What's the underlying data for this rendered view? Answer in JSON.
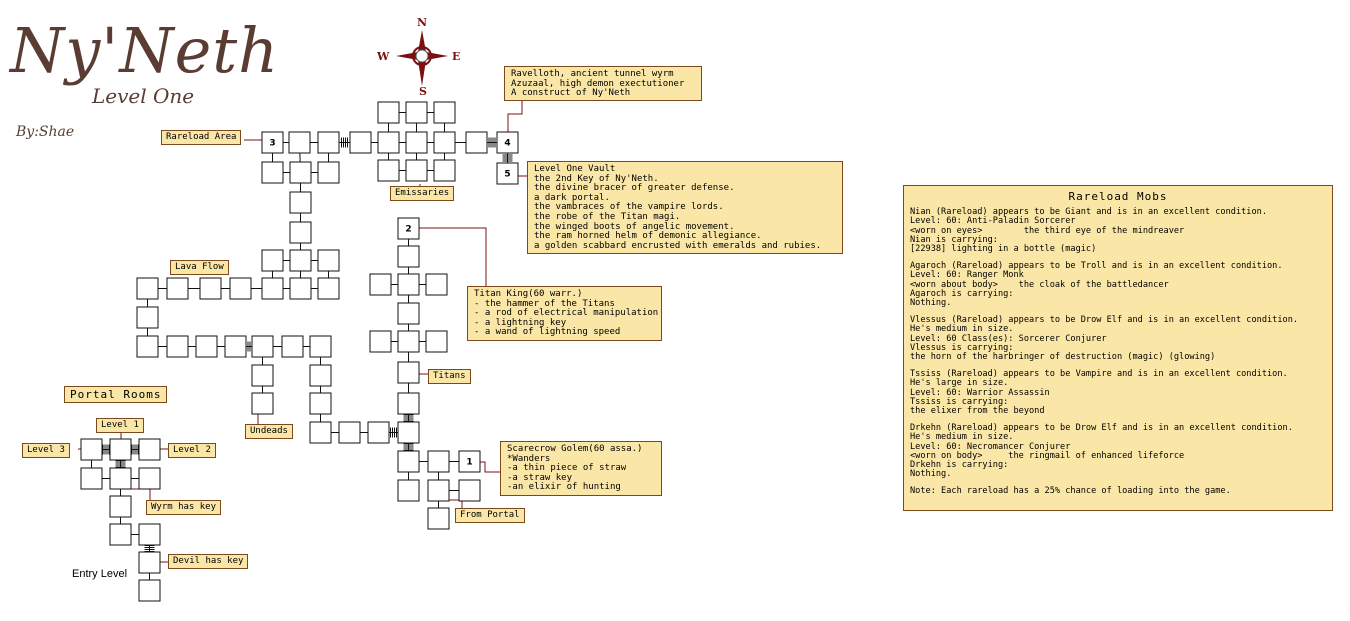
{
  "header": {
    "title": "Ny'Neth",
    "subtitle": "Level One",
    "author": "By:Shae"
  },
  "compass": {
    "north": "N",
    "south": "S",
    "east": "E",
    "west": "W"
  },
  "room_numbers": [
    "1",
    "2",
    "3",
    "4",
    "5"
  ],
  "labels": {
    "rareload_area": "Rareload Area",
    "emissaries": "Emissaries",
    "lava_flow": "Lava Flow",
    "titans": "Titans",
    "undeads": "Undeads",
    "from_portal": "From Portal",
    "level1": "Level 1",
    "level2": "Level 2",
    "level3": "Level 3",
    "wyrm_has_key": "Wyrm has key",
    "devil_has_key": "Devil has key",
    "portal_rooms": "Portal Rooms",
    "entry_level": "Entry Level"
  },
  "wyrm_box": {
    "lines": [
      "Ravelloth, ancient tunnel wyrm",
      "Azuzaal, high demon exectutioner",
      "A construct of Ny'Neth"
    ]
  },
  "vault_box": {
    "lines": [
      "Level One Vault",
      "the 2nd Key of Ny'Neth.",
      "the divine bracer of greater defense.",
      "a dark portal.",
      "the vambraces of the vampire lords.",
      "the robe of the Titan magi.",
      "the winged boots of angelic movement.",
      "the ram horned helm of demonic allegiance.",
      "a golden scabbard encrusted with emeralds and rubies."
    ]
  },
  "titan_box": {
    "lines": [
      "Titan King(60 warr.)",
      "- the hammer of the Titans",
      "- a rod of electrical manipulation",
      "- a lightning key",
      "- a wand of lightning speed"
    ]
  },
  "scarecrow_box": {
    "lines": [
      "Scarecrow Golem(60 assa.)",
      "*Wanders",
      "-a thin piece of straw",
      "-a straw key",
      "-an elixir of hunting"
    ]
  },
  "rareload_mobs": {
    "title": "Rareload Mobs",
    "blocks": [
      [
        "Nian (Rareload) appears to be Giant and is in an excellent condition.",
        "Level: 60: Anti-Paladin Sorcerer",
        "<worn on eyes>        the third eye of the mindreaver",
        "Nian is carrying:",
        "[22938] lighting in a bottle (magic)"
      ],
      [
        "Agaroch (Rareload) appears to be Troll and is in an excellent condition.",
        "Level: 60: Ranger Monk",
        "<worn about body>    the cloak of the battledancer",
        "Agaroch is carrying:",
        "Nothing."
      ],
      [
        "Vlessus (Rareload) appears to be Drow Elf and is in an excellent condition.",
        "He's medium in size.",
        "Level: 60 Class(es): Sorcerer Conjurer",
        "Vlessus is carrying:",
        "the horn of the harbringer of destruction (magic) (glowing)"
      ],
      [
        "Tssiss (Rareload) appears to be Vampire and is in an excellent condition.",
        "He's large in size.",
        "Level: 60: Warrior Assassin",
        "Tssiss is carrying:",
        "the elixer from the beyond"
      ],
      [
        "Drkehn (Rareload) appears to be Drow Elf and is in an excellent condition.",
        "He's medium in size.",
        "Level: 60: Necromancer Conjurer",
        "<worn on body>     the ringmail of enhanced lifeforce",
        "Drkehn is carrying:",
        "Nothing."
      ]
    ],
    "note": "Note: Each rareload has a 25% chance of loading into the game."
  }
}
